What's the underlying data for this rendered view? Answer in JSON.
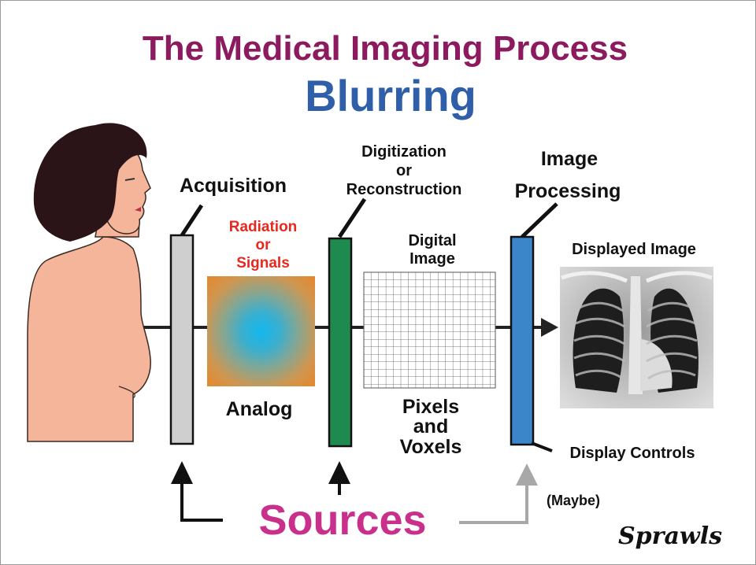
{
  "title": "The Medical Imaging Process",
  "subtitle": "Blurring",
  "stages": {
    "acquisition": "Acquisition",
    "digitization": [
      "Digitization",
      "or",
      "Reconstruction"
    ],
    "image_processing": [
      "Image",
      "Processing"
    ]
  },
  "labels": {
    "radiation": [
      "Radiation",
      "or",
      "Signals"
    ],
    "analog": "Analog",
    "digital_image": [
      "Digital",
      "Image"
    ],
    "pixels_voxels": [
      "Pixels",
      "and",
      "Voxels"
    ],
    "displayed_image": "Displayed Image",
    "display_controls": "Display Controls",
    "sources": "Sources",
    "maybe": "(Maybe)",
    "signature": "Sprawls"
  },
  "colors": {
    "title": "#8b1a5e",
    "subtitle": "#2f5fa8",
    "radiation_text": "#e8281e",
    "sources_text": "#c8308c",
    "acquisition_bar": "#cfcfcf",
    "digitization_bar": "#1f8a50",
    "processing_bar": "#3a86c8",
    "skin": "#f5b59b",
    "hair": "#2a1418"
  },
  "icons": [
    "patient-figure",
    "xray-chest-image",
    "pixel-grid",
    "arrow-up-icon",
    "arrow-right-icon"
  ]
}
